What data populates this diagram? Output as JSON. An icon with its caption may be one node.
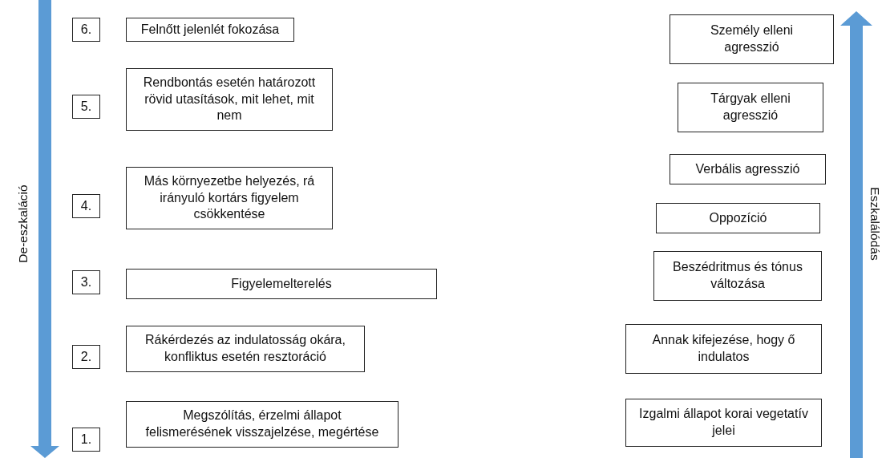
{
  "diagram": {
    "nodes": [
      {
        "text": [
          "6."
        ]
      },
      {
        "text": [
          "Felnőtt jelenlét fokozása"
        ]
      },
      {
        "text": [
          "5."
        ]
      },
      {
        "text": [
          "Rendbontás esetén határozott rövid utasítások, mit lehet, mit nem"
        ]
      },
      {
        "text": [
          "4."
        ]
      },
      {
        "text": [
          "Más környezetbe helyezés, rá irányuló kortárs figyelem csökkentése"
        ]
      },
      {
        "text": [
          "3."
        ]
      },
      {
        "text": [
          "Figyelemelterelés"
        ]
      },
      {
        "text": [
          "2."
        ]
      },
      {
        "text": [
          "Rákérdezés az indulatosság okára, konfliktus esetén resztoráció"
        ]
      },
      {
        "text": [
          "1."
        ]
      },
      {
        "text": [
          "Megszólítás, érzelmi állapot felismerésének visszajelzése, megértése"
        ]
      },
      {
        "text": [
          "Személy elleni agresszió"
        ]
      },
      {
        "text": [
          "Tárgyak elleni agresszió"
        ]
      },
      {
        "text": [
          "Verbális agresszió"
        ]
      },
      {
        "text": [
          "Oppozíció"
        ]
      },
      {
        "text": [
          "Beszédritmus és tónus változása"
        ]
      },
      {
        "text": [
          "Annak kifejezése, hogy ő indulatos"
        ]
      },
      {
        "text": [
          "Izgalmi állapot korai vegetatív jelei"
        ]
      }
    ],
    "labels": [
      "De-eszkaláció",
      "Eszkalálódás"
    ]
  }
}
